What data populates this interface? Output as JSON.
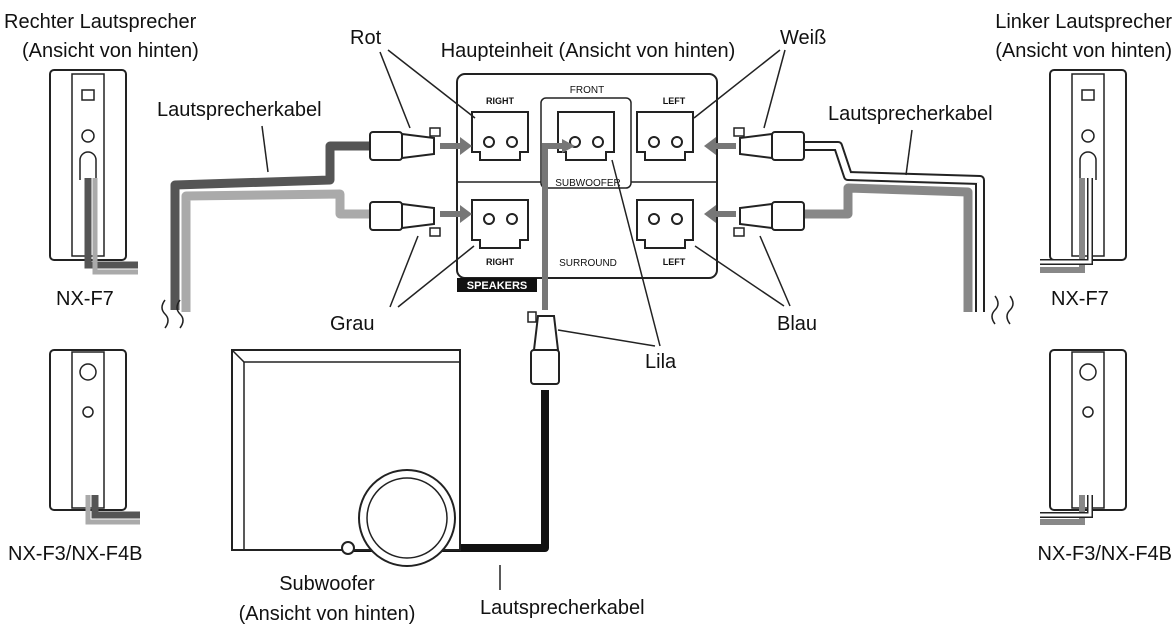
{
  "labels": {
    "right_speaker_line1": "Rechter Lautsprecher",
    "right_speaker_line2": "(Ansicht von hinten)",
    "left_speaker_line1": "Linker Lautsprecher",
    "left_speaker_line2": "(Ansicht von hinten)",
    "main_unit": "Haupteinheit (Ansicht von hinten)",
    "rot": "Rot",
    "weiss": "Weiß",
    "grau": "Grau",
    "blau": "Blau",
    "lila": "Lila",
    "cable_left": "Lautsprecherkabel",
    "cable_right": "Lautsprecherkabel",
    "cable_bottom": "Lautsprecherkabel",
    "model_f7_right": "NX-F7",
    "model_f7_left": "NX-F7",
    "model_f3_right": "NX-F3/NX-F4B",
    "model_f3_left": "NX-F3/NX-F4B",
    "subwoofer_line1": "Subwoofer",
    "subwoofer_line2": "(Ansicht von hinten)"
  },
  "panel": {
    "front": "FRONT",
    "right_top": "RIGHT",
    "left_top": "LEFT",
    "subwoofer": "SUBWOOFER",
    "right_bottom": "RIGHT",
    "left_bottom": "LEFT",
    "surround": "SURROUND",
    "speakers": "SPEAKERS"
  },
  "colors": {
    "rot_cable": "#555555",
    "grau_cable": "#aaaaaa",
    "weiss_cable": "#ffffff",
    "blau_cable": "#888888",
    "lila_cable": "#111111",
    "outline": "#222222"
  }
}
